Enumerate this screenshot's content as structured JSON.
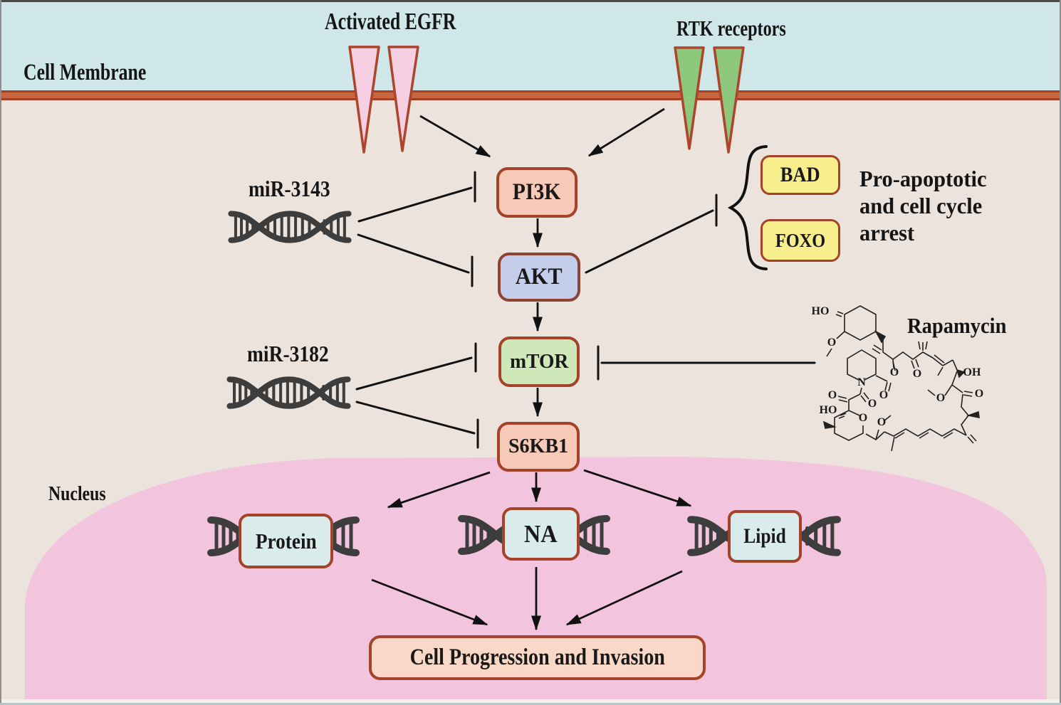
{
  "membrane": {
    "label": "Cell Membrane"
  },
  "receptors": {
    "egfr": "Activated EGFR",
    "rtk": "RTK receptors"
  },
  "mirna": {
    "m1": "miR-3143",
    "m2": "miR-3182"
  },
  "nodes": {
    "pi3k": "PI3K",
    "akt": "AKT",
    "mtor": "mTOR",
    "s6kb1": "S6KB1",
    "bad": "BAD",
    "foxo": "FOXO",
    "protein": "Protein",
    "na": "NA",
    "lipid": "Lipid",
    "outcome": "Cell Progression and Invasion"
  },
  "annotations": {
    "nucleus": "Nucleus",
    "rapamycin": "Rapamycin",
    "pro_apoptotic": "Pro-apoptotic and cell cycle arrest"
  },
  "chem": {
    "atoms": [
      "HO",
      "O",
      "N",
      "O",
      "O",
      "O",
      "O",
      "O",
      "HO",
      "O",
      "O",
      "O",
      "OH",
      "O"
    ]
  },
  "colors": {
    "background": "#ece3dd",
    "sky": "#d0e7e9",
    "membrane_band": "#c9663e",
    "membrane_edge": "#a23f24",
    "nucleus": "#f3c4dd",
    "box_border": "#a5432a",
    "salmon_box": "#f7c9b9",
    "blue_box": "#c4cdea",
    "green_box": "#cfe8ba",
    "yellow_box": "#f8ee8e",
    "cyan_box": "#d9eceb",
    "outcome_box": "#f9d8c7",
    "egfr_triangle": "#f6d0e2",
    "rtk_triangle": "#8dc87d",
    "line": "#111111"
  }
}
